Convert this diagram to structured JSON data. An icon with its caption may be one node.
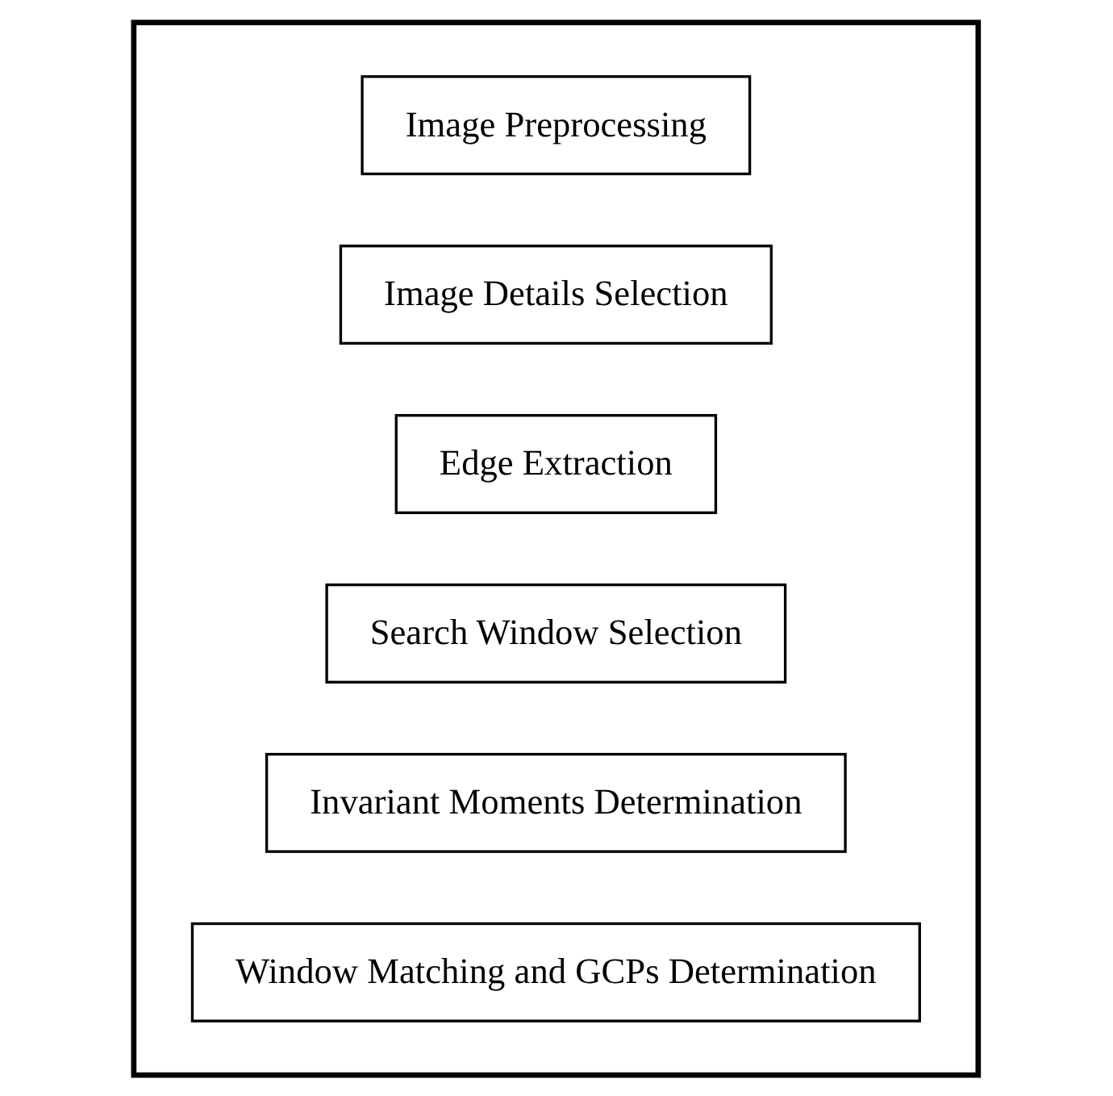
{
  "diagram": {
    "nodes": [
      {
        "text": [],
        "shape": "box"
      },
      {
        "text": [
          "Image Preprocessing"
        ],
        "in": 0
      },
      {
        "text": [
          "Image Details Selection"
        ],
        "in": 0
      },
      {
        "text": [
          "Edge Extraction"
        ],
        "in": 0
      },
      {
        "text": [
          "Search Window Selection"
        ],
        "in": 0
      },
      {
        "text": [
          "Invariant Moments Determination"
        ],
        "in": 0
      },
      {
        "text": [
          "Window Matching and GCPs Determination"
        ],
        "in": 0
      }
    ],
    "edges": []
  }
}
